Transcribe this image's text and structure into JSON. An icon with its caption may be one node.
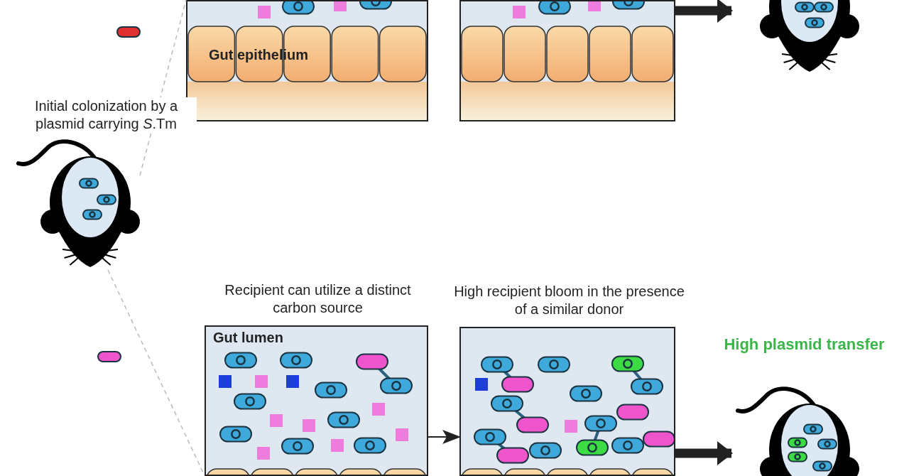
{
  "diagram": {
    "nodes": [
      {
        "text": [],
        "shape": "picture"
      },
      {
        "text": [
          "Gut epithelium"
        ]
      },
      {
        "text": [],
        "shape": "box"
      },
      {
        "text": [],
        "shape": "picture"
      },
      {
        "text": [
          "Recipient can utilize a distinct carbon source",
          "Gut lumen"
        ]
      },
      {
        "text": [
          "High recipient bloom in the presence of a similar donor"
        ]
      },
      {
        "text": [],
        "shape": "picture",
        "beside": [
          "High plasmid transfer"
        ]
      }
    ],
    "edges": [
      {
        "from": 0,
        "to": 1,
        "arrow": "none",
        "style": "dashed",
        "color": "#bbbbbb"
      },
      {
        "from": 0,
        "to": 4,
        "arrow": "none",
        "style": "dashed",
        "color": "#bbbbbb"
      },
      {
        "from": 2,
        "to": 3,
        "arrow": "to",
        "style": "thick"
      },
      {
        "from": 4,
        "to": 5,
        "arrow": "to"
      },
      {
        "from": 5,
        "to": 6,
        "arrow": "to",
        "style": "thick"
      }
    ],
    "labels": [
      "Initial colonization by a plasmid carrying *S*.Tm"
    ]
  }
}
